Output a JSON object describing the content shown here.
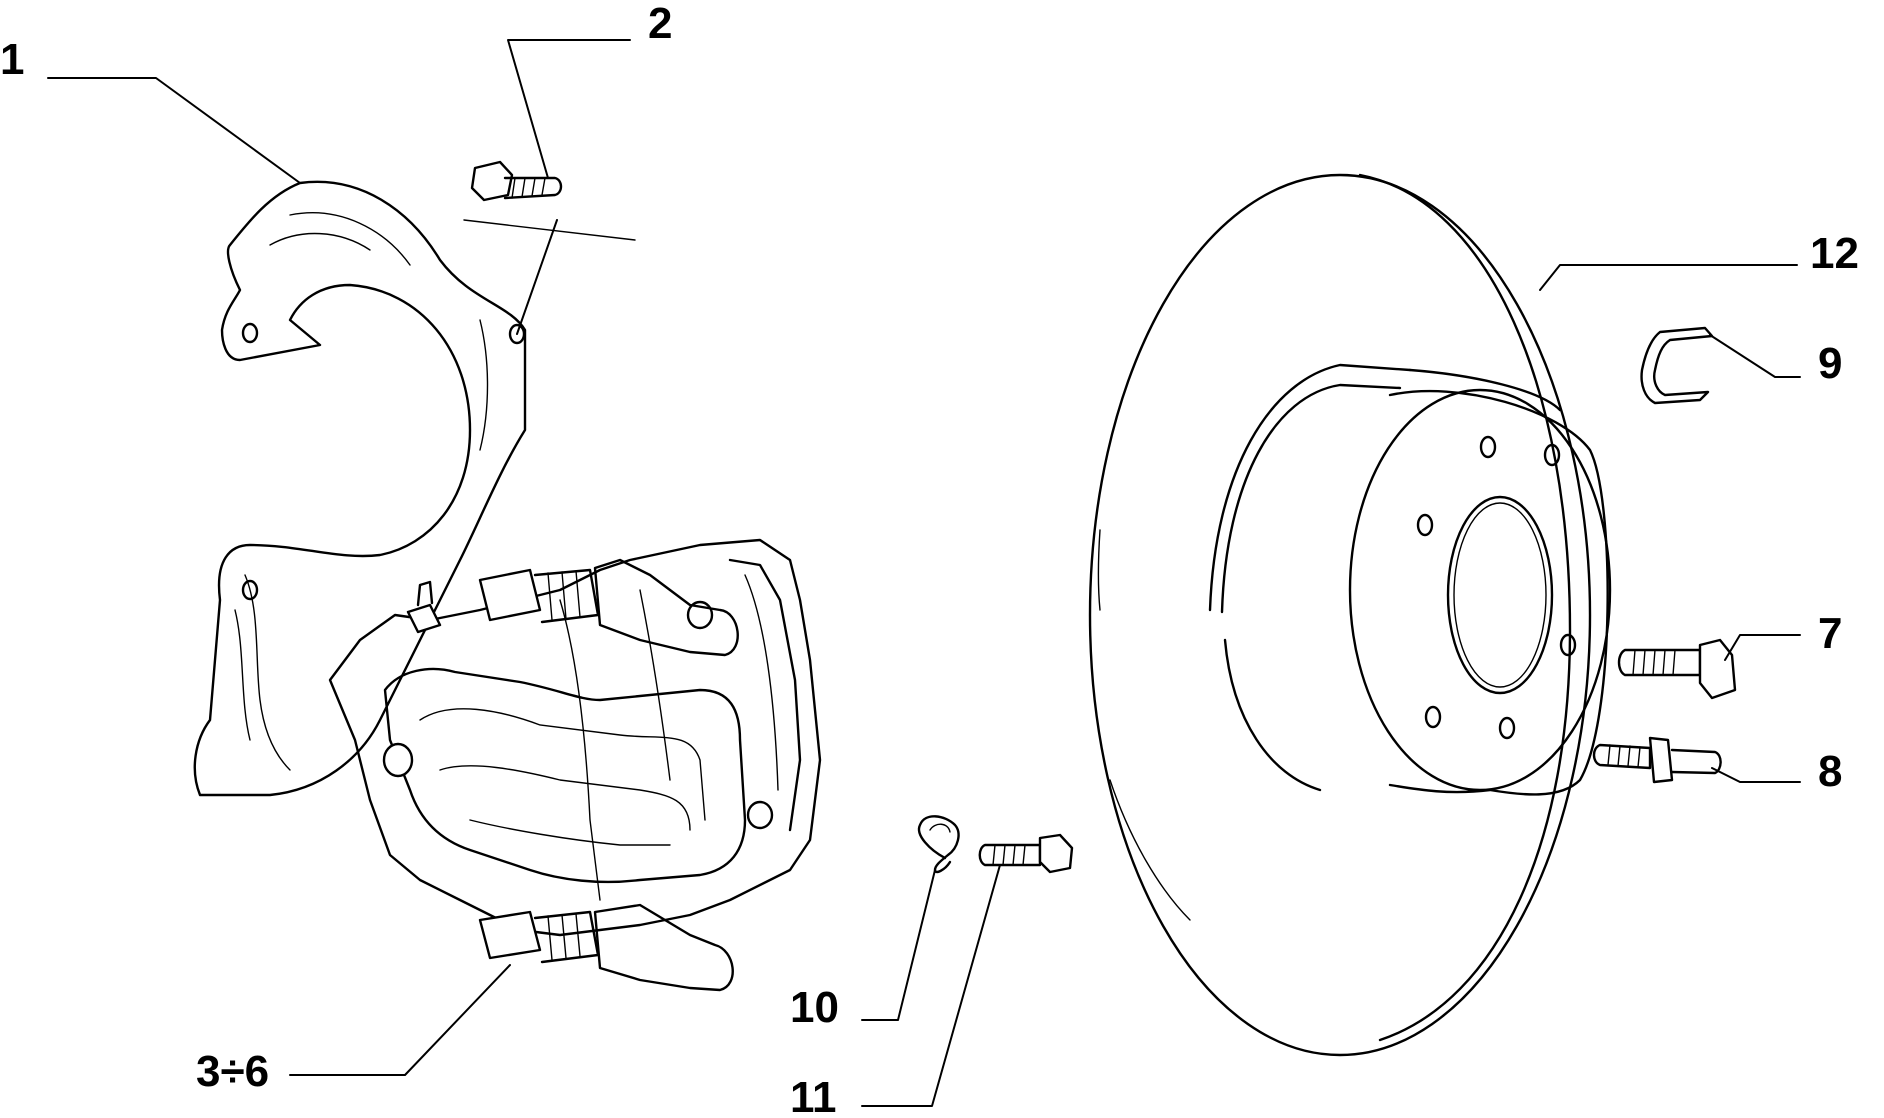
{
  "callouts": [
    {
      "id": "1",
      "label": "1"
    },
    {
      "id": "2",
      "label": "2"
    },
    {
      "id": "3-6",
      "label": "3÷6"
    },
    {
      "id": "7",
      "label": "7"
    },
    {
      "id": "8",
      "label": "8"
    },
    {
      "id": "9",
      "label": "9"
    },
    {
      "id": "10",
      "label": "10"
    },
    {
      "id": "11",
      "label": "11"
    },
    {
      "id": "12",
      "label": "12"
    }
  ]
}
